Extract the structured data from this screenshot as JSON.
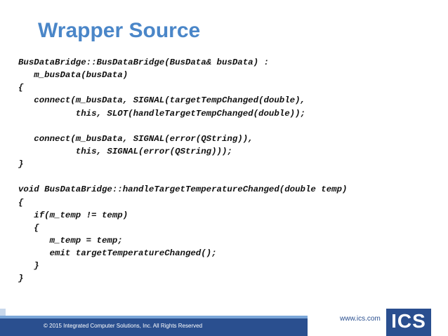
{
  "slide": {
    "title": "Wrapper Source",
    "code_lines": [
      "BusDataBridge::BusDataBridge(BusData& busData) :",
      "   m_busData(busData)",
      "{",
      "   connect(m_busData, SIGNAL(targetTempChanged(double),",
      "           this, SLOT(handleTargetTempChanged(double));",
      "",
      "   connect(m_busData, SIGNAL(error(QString)),",
      "           this, SIGNAL(error(QString)));",
      "}",
      "",
      "void BusDataBridge::handleTargetTemperatureChanged(double temp)",
      "{",
      "   if(m_temp != temp)",
      "   {",
      "      m_temp = temp;",
      "      emit targetTemperatureChanged();",
      "   }",
      "}"
    ]
  },
  "footer": {
    "copyright": "© 2015 Integrated Computer Solutions, Inc. All Rights Reserved",
    "url": "www.ics.com",
    "logo": "ICS"
  },
  "colors": {
    "title": "#4a86c8",
    "footer_band": "#2a4f8f",
    "footer_strip": "#7aa6d8"
  }
}
